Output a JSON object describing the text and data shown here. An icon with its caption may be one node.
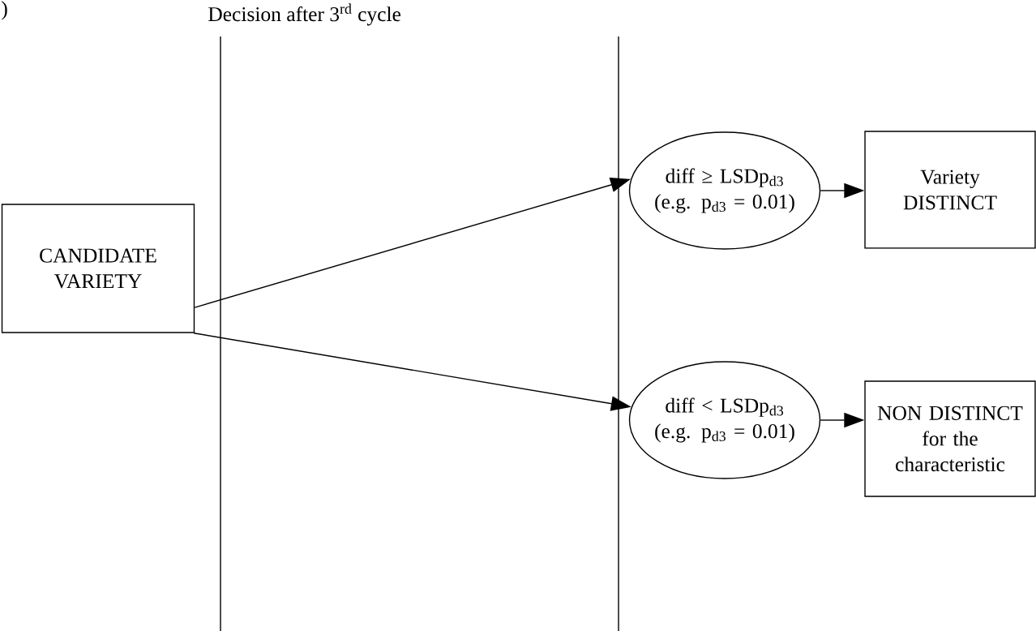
{
  "diagram": {
    "nodes": [
      {
        "text": [
          "CANDIDATE VARIETY"
        ]
      },
      {
        "text": [
          "diff ≥ LSDp$_{d3}$ (e.g. p$_{d3}$ = 0.01)"
        ]
      },
      {
        "text": [
          "Variety DISTINCT"
        ]
      },
      {
        "text": [
          "diff < LSDp$_{d3}$ (e.g. p$_{d3}$ = 0.01)"
        ]
      },
      {
        "text": [
          "NON DISTINCT for the characteristic"
        ]
      }
    ],
    "edges": [
      {
        "from": 0,
        "to": 1,
        "arrow": "to"
      },
      {
        "from": 0,
        "to": 3,
        "arrow": "to"
      },
      {
        "from": 1,
        "to": 2,
        "arrow": "to"
      },
      {
        "from": 3,
        "to": 4,
        "arrow": "to"
      }
    ],
    "labels": [
      ")",
      "Decision after 3$^{rd}$ cycle"
    ]
  }
}
